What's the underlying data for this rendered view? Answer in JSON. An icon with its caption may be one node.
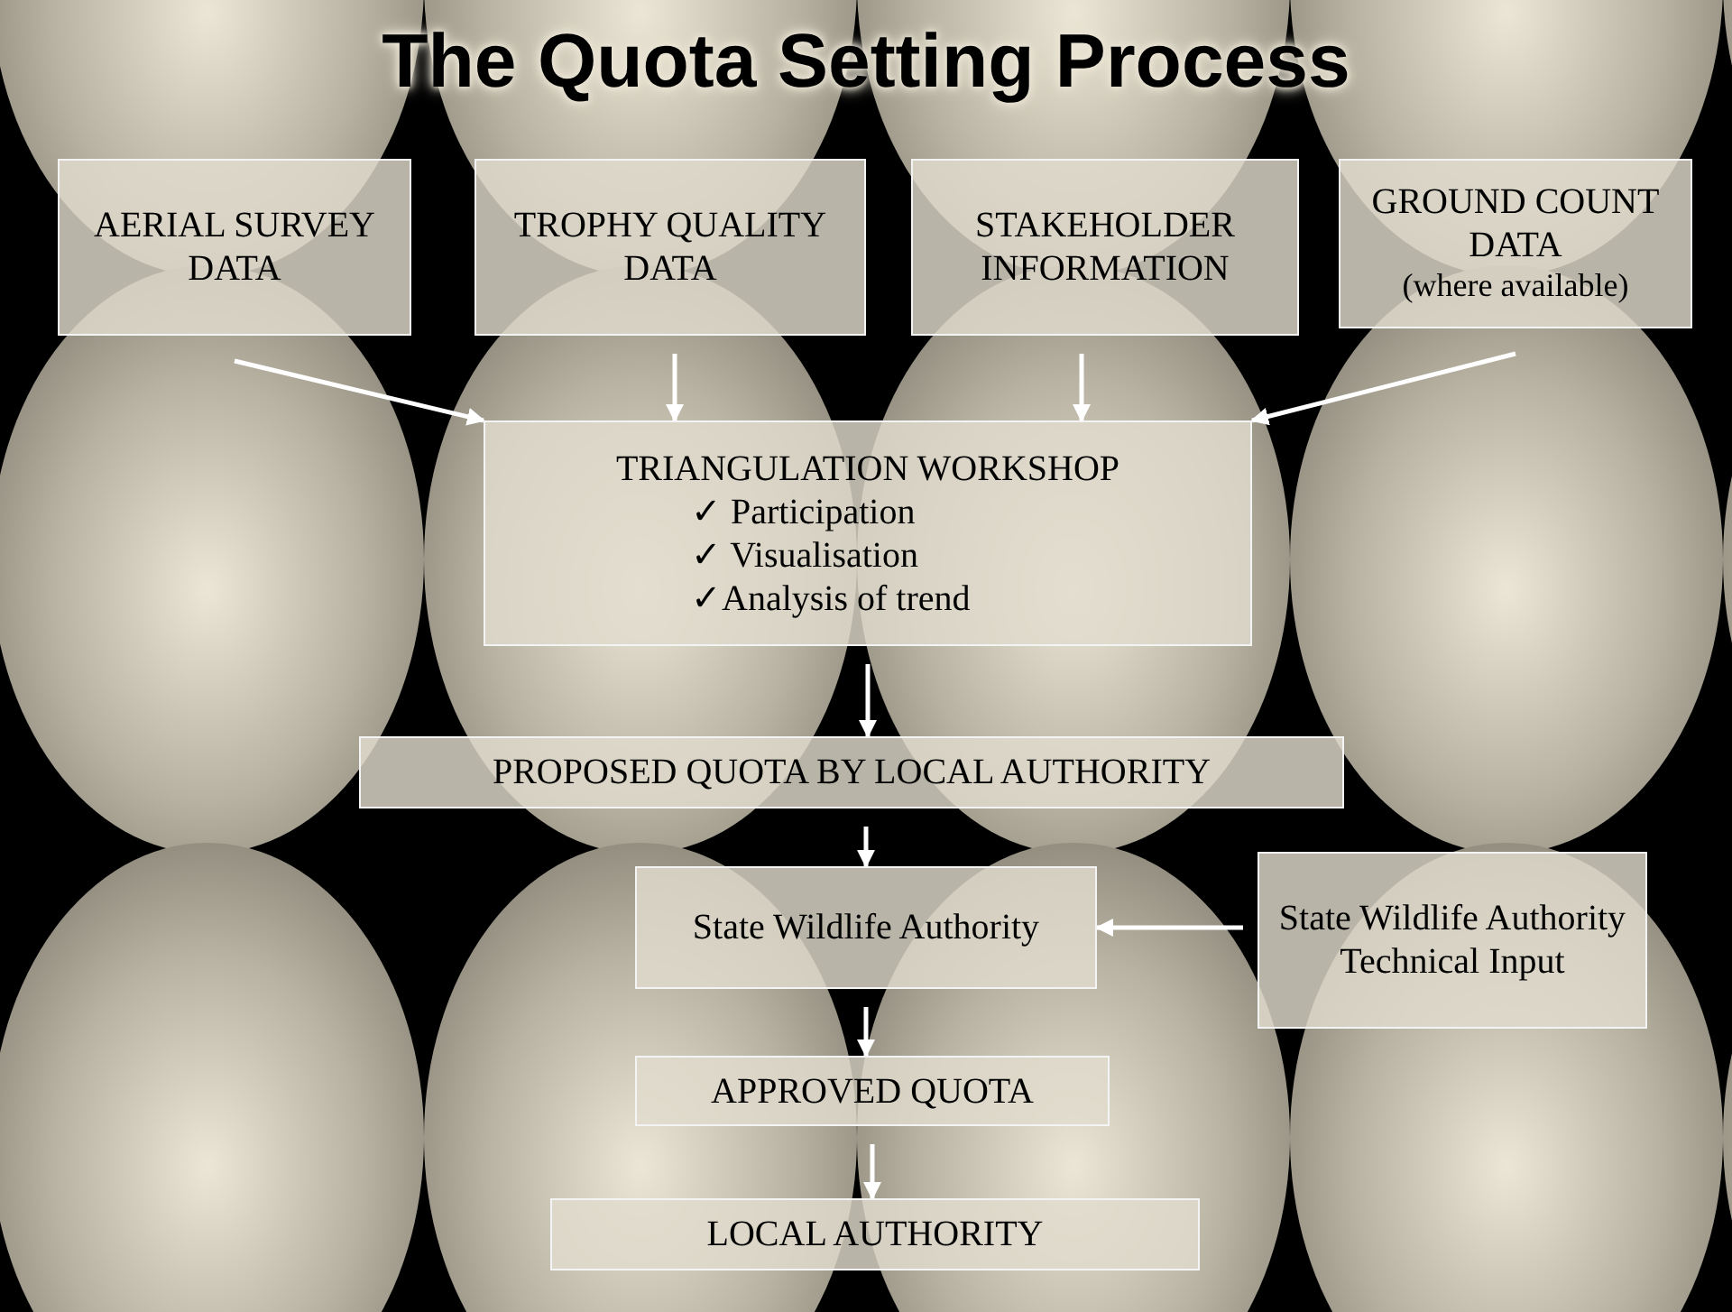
{
  "diagram": {
    "title": "The Quota Setting Process",
    "nodes": [
      {
        "text": [
          "AERIAL SURVEY DATA"
        ]
      },
      {
        "text": [
          "TROPHY QUALITY DATA"
        ]
      },
      {
        "text": [
          "STAKEHOLDER INFORMATION"
        ]
      },
      {
        "text": [
          "GROUND COUNT DATA",
          "(where available)"
        ]
      },
      {
        "text": [
          "TRIANGULATION WORKSHOP",
          "✓ Participation",
          "✓ Visualisation",
          "✓Analysis of trend"
        ]
      },
      {
        "text": [
          "PROPOSED QUOTA BY LOCAL AUTHORITY"
        ]
      },
      {
        "text": [
          "State Wildlife Authority"
        ]
      },
      {
        "text": [
          "State Wildlife Authority Technical Input"
        ]
      },
      {
        "text": [
          "APPROVED QUOTA"
        ]
      },
      {
        "text": [
          "LOCAL AUTHORITY"
        ]
      }
    ],
    "edges": [
      {
        "from": 0,
        "to": 4,
        "arrow": "to"
      },
      {
        "from": 1,
        "to": 4,
        "arrow": "to"
      },
      {
        "from": 2,
        "to": 4,
        "arrow": "to"
      },
      {
        "from": 3,
        "to": 4,
        "arrow": "to"
      },
      {
        "from": 4,
        "to": 5,
        "arrow": "to"
      },
      {
        "from": 5,
        "to": 6,
        "arrow": "to"
      },
      {
        "from": 7,
        "to": 6,
        "arrow": "to"
      },
      {
        "from": 6,
        "to": 8,
        "arrow": "to"
      },
      {
        "from": 8,
        "to": 9,
        "arrow": "to"
      }
    ]
  }
}
